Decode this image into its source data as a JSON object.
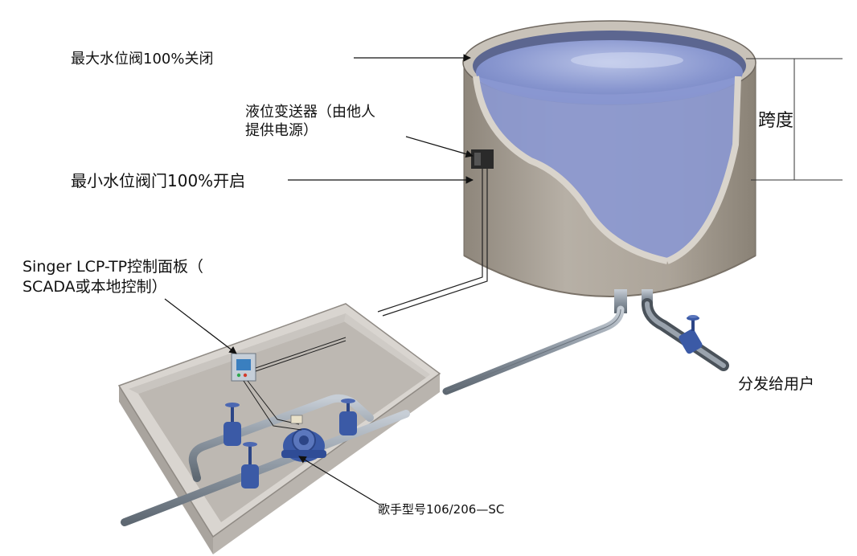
{
  "labels": {
    "max_level_valve": "最大水位阀100%关闭",
    "level_transmitter": "液位变送器（由他人\n提供电源）",
    "min_level_valve": "最小水位阀门100%开启",
    "control_panel": "Singer LCP-TP控制面板（\nSCADA或本地控制）",
    "span": "跨度",
    "to_users": "分发给用户",
    "valve_model": "歌手型号106/206—SC"
  },
  "colors": {
    "water": "#7f8fc8",
    "tank_wall": "#a79f94",
    "pipe": "#9aa3ad",
    "valve": "#3b5aa6",
    "vault": "#cfcbc6"
  }
}
